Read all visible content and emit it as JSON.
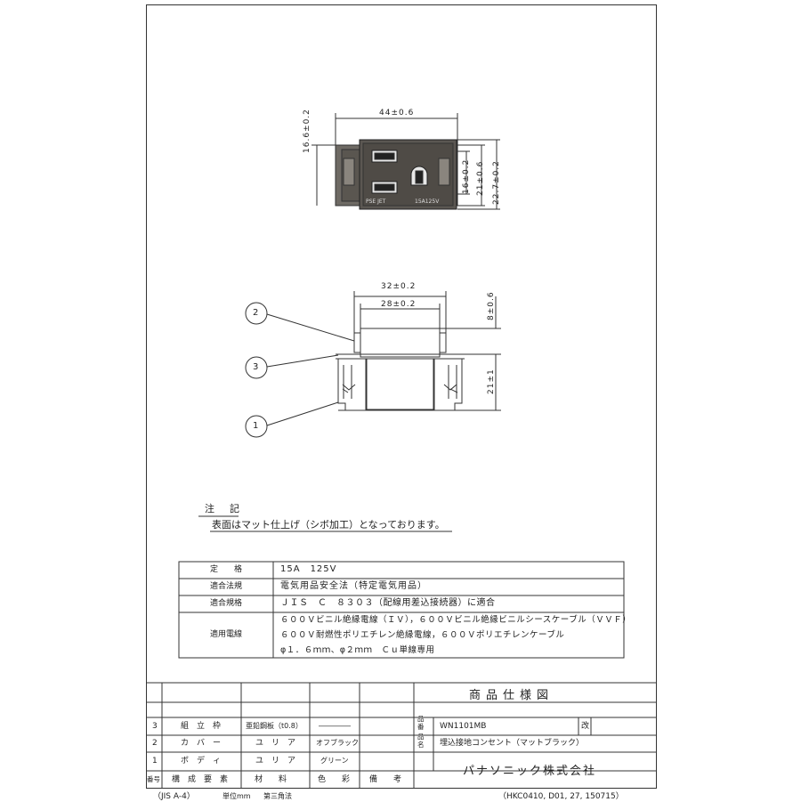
{
  "dimensions": {
    "top_width": "44±0.6",
    "top_depth": "16.6±0.2",
    "top_h1": "16±0.2",
    "top_h2": "21±0.6",
    "top_h3": "22.7±0.2",
    "side_w1": "32±0.2",
    "side_w2": "28±0.2",
    "side_h1": "8±0.6",
    "side_h2": "21±1",
    "face_text_left": "PSE  JET",
    "face_text_right": "15A125V"
  },
  "callouts": [
    "2",
    "3",
    "1"
  ],
  "notes": {
    "title": "注　記",
    "line": "表面はマット仕上げ（シボ加工）となっております。"
  },
  "specs": [
    {
      "label": "定　　格",
      "value": "15A　125V"
    },
    {
      "label": "適合法規",
      "value": "電気用品安全法（特定電気用品）"
    },
    {
      "label": "適合規格",
      "value": "ＪＩＳ　Ｃ　８３０３（配線用差込接続器）に適合"
    },
    {
      "label": "適用電線",
      "lines": [
        "６００Ｖビニル絶縁電線（ＩＶ），６００Ｖビニル絶縁ビニルシースケーブル（ＶＶＦ）",
        "６００Ｖ耐燃性ポリエチレン絶縁電線，６００Ｖポリエチレンケーブル",
        "φ１．６ｍｍ、φ２ｍｍ　Ｃｕ単線専用"
      ]
    }
  ],
  "parts": [
    {
      "no": "3",
      "name": "組　立　枠",
      "material": "亜鉛鋼板（t0.8）",
      "color": "――――"
    },
    {
      "no": "2",
      "name": "カ　バ　ー",
      "material": "ユ　リ　ア",
      "color": "オフブラック"
    },
    {
      "no": "1",
      "name": "ボ　デ　ィ",
      "material": "ユ　リ　ア",
      "color": "グリーン"
    }
  ],
  "parts_header": {
    "no": "番号",
    "name": "構　成　要　素",
    "material": "材　　料",
    "color": "色　　彩",
    "remarks": "備　　考"
  },
  "title_block": {
    "title": "商品仕様図",
    "part_no_label": "品番",
    "part_no": "WN1101MB",
    "rev_label": "改",
    "name_label": "品名",
    "name": "埋込接地コンセント（マットブラック）",
    "company": "パナソニック株式会社"
  },
  "footer": {
    "left": "（JIS A-4）",
    "unit": "単位mm",
    "projection": "第三角法",
    "code": "（HKC0410, D01, 27, 150715）"
  }
}
